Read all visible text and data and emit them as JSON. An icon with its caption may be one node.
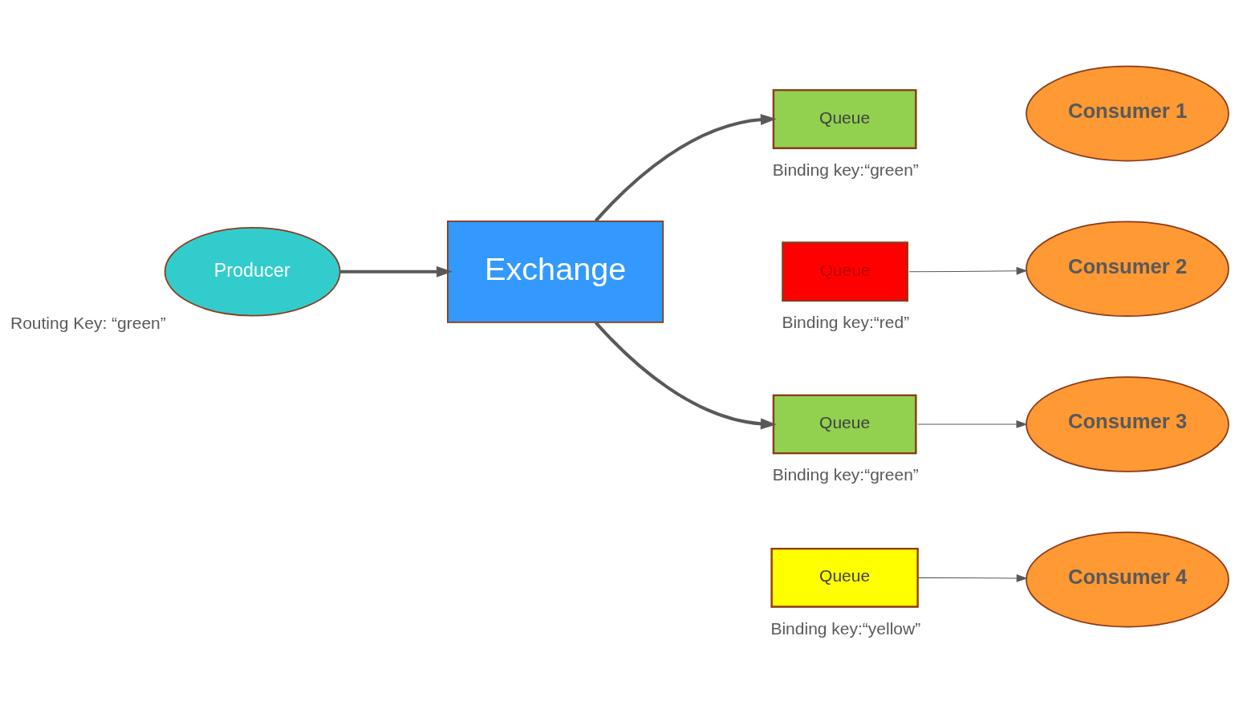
{
  "diagram": {
    "nodes": [
      {
        "text": [
          "Producer"
        ],
        "beside": [
          "Routing Key: “green”"
        ]
      },
      {
        "text": [
          "Exchange"
        ]
      },
      {
        "text": [
          "Queue"
        ],
        "beside": [
          "Binding key:“green”"
        ]
      },
      {
        "text": [
          "Queue"
        ],
        "beside": [
          "Binding key:“red”"
        ]
      },
      {
        "text": [
          "Queue"
        ],
        "beside": [
          "Binding key:“green”"
        ]
      },
      {
        "text": [
          "Queue"
        ],
        "beside": [
          "Binding key:“yellow”"
        ]
      },
      {
        "text": [
          "Consumer 1"
        ]
      },
      {
        "text": [
          "Consumer 2"
        ]
      },
      {
        "text": [
          "Consumer 3"
        ]
      },
      {
        "text": [
          "Consumer 4"
        ]
      }
    ],
    "edges": [
      {
        "from": 0,
        "to": 1,
        "arrow": "to",
        "style": "thick"
      },
      {
        "from": 1,
        "to": 2,
        "arrow": "to",
        "style": "thick"
      },
      {
        "from": 1,
        "to": 4,
        "arrow": "to",
        "style": "thick"
      },
      {
        "from": 3,
        "to": 7,
        "arrow": "to"
      },
      {
        "from": 4,
        "to": 8,
        "arrow": "to"
      },
      {
        "from": 5,
        "to": 9,
        "arrow": "to"
      }
    ]
  }
}
